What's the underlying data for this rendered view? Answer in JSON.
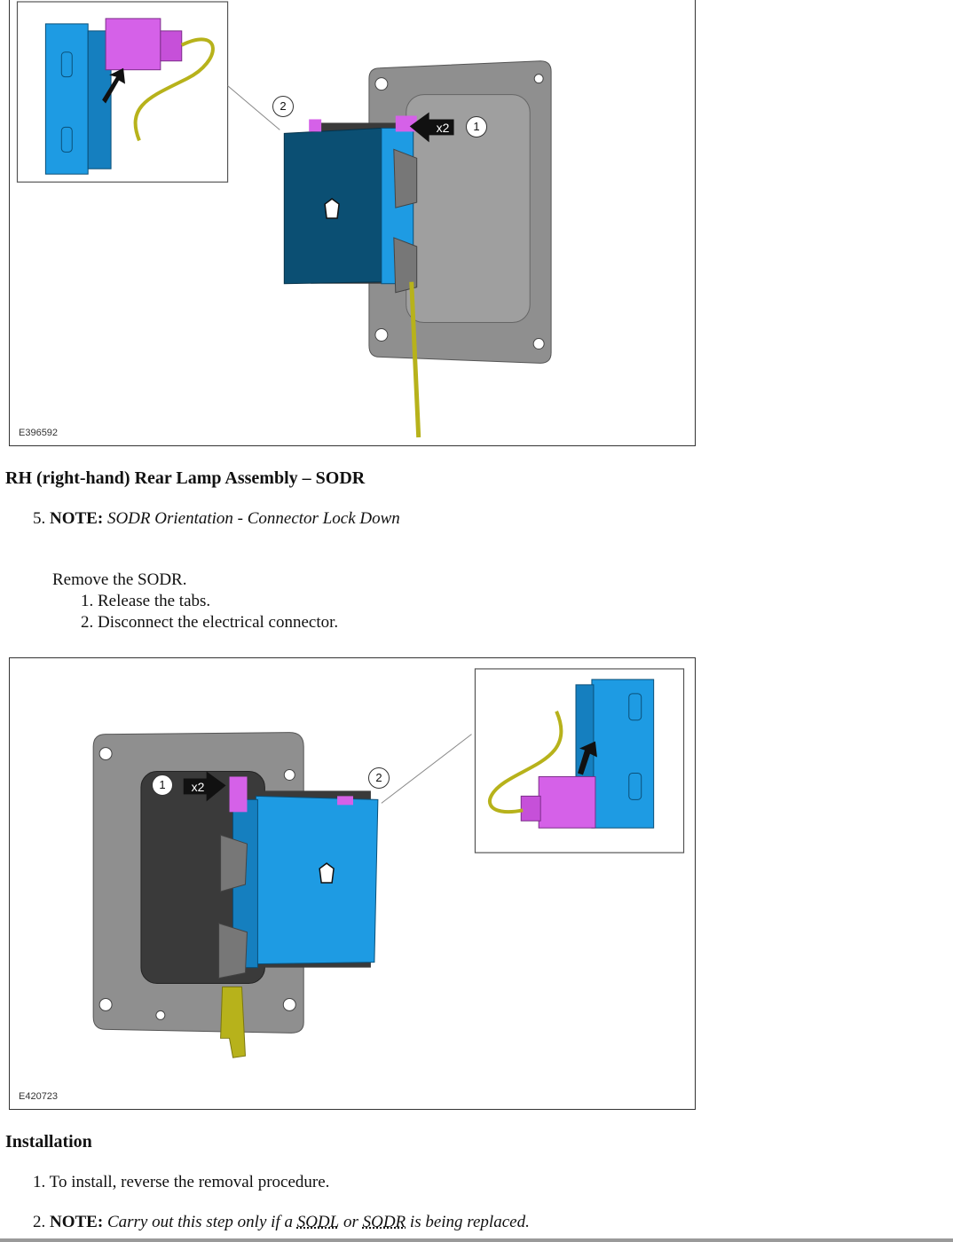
{
  "figure1": {
    "id": "E396592",
    "callout_1": "1",
    "callout_2": "2",
    "multiplier": "x2"
  },
  "section1": {
    "heading": "RH (right-hand) Rear Lamp Assembly – SODR",
    "step": {
      "number": "5.",
      "note_label": "NOTE:",
      "note_text": "SODR Orientation - Connector Lock Down",
      "instruction": "Remove the SODR.",
      "substeps": [
        "1. Release the tabs.",
        "2. Disconnect the electrical connector."
      ]
    }
  },
  "figure2": {
    "id": "E420723",
    "callout_1": "1",
    "callout_2": "2",
    "multiplier": "x2"
  },
  "installation": {
    "heading": "Installation",
    "step1": {
      "number": "1.",
      "text": "To install, reverse the removal procedure."
    },
    "step2": {
      "number": "2.",
      "note_label": "NOTE:",
      "text_before": "Carry out this step only if a",
      "abbr1": "SODL",
      "text_middle": "or",
      "abbr2": "SODR",
      "text_after": "is being replaced."
    }
  },
  "colors": {
    "module_dark": "#0b4f73",
    "module_light": "#1e9be3",
    "connector": "#d561e8",
    "wire": "#b7b21b",
    "housing": "#8f8f8f"
  }
}
